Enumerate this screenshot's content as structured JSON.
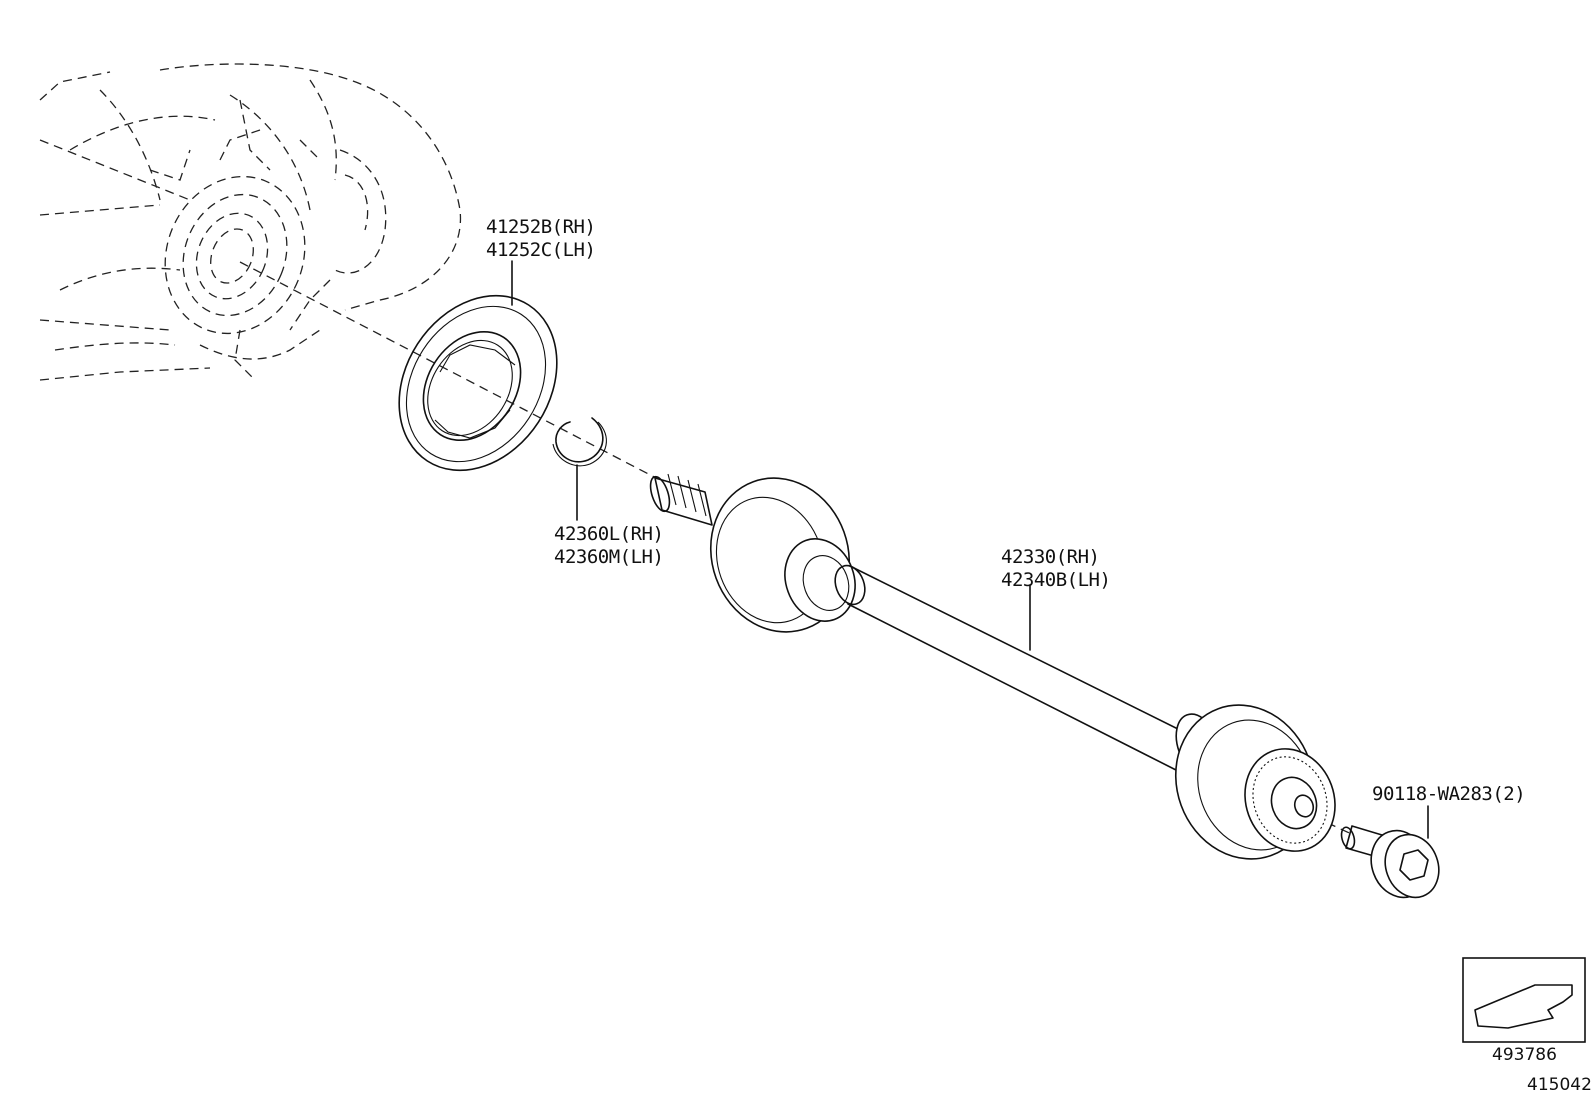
{
  "parts": {
    "oil_seal": {
      "rh": "41252B(RH)",
      "lh": "41252C(LH)"
    },
    "snap_ring": {
      "rh": "42360L(RH)",
      "lh": "42360M(LH)"
    },
    "drive_shaft": {
      "rh": "42330(RH)",
      "lh": "42340B(LH)"
    },
    "bolt": {
      "label": "90118-WA283(2)"
    }
  },
  "view_box": {
    "number": "493786"
  },
  "illustration_number": "415042",
  "icons": {
    "view_arrow": "front-direction-arrow-icon"
  }
}
